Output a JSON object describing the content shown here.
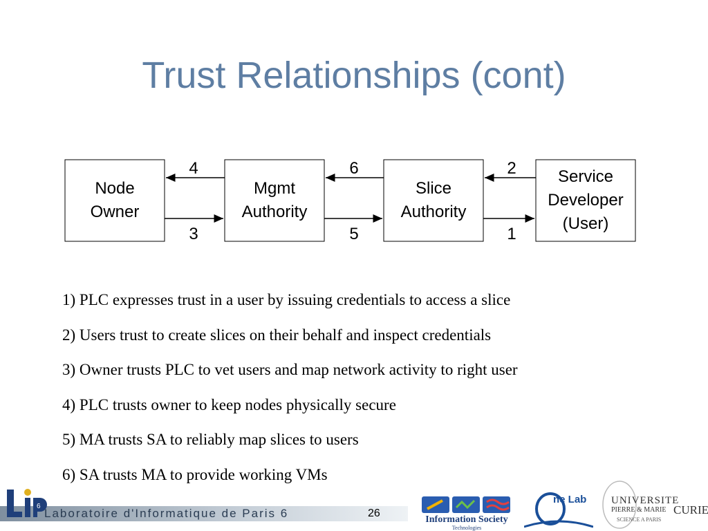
{
  "title": "Trust Relationships (cont)",
  "diagram": {
    "nodes": [
      {
        "label": "Node\nOwner"
      },
      {
        "label": "Mgmt\nAuthority"
      },
      {
        "label": "Slice\nAuthority"
      },
      {
        "label": "Service\nDeveloper\n(User)"
      }
    ],
    "edges": {
      "owner_mgmt_top": "4",
      "owner_mgmt_bottom": "3",
      "mgmt_slice_top": "6",
      "mgmt_slice_bottom": "5",
      "slice_user_top": "2",
      "slice_user_bottom": "1"
    }
  },
  "notes": [
    "1) PLC expresses trust in a user by issuing credentials to access a slice",
    "2) Users trust to create slices on their behalf and inspect credentials",
    "3) Owner trusts PLC to vet users and map network activity to right user",
    "4) PLC trusts owner to keep nodes physically secure",
    "5) MA trusts SA to reliably map slices to users",
    "6) SA trusts MA to provide working VMs"
  ],
  "footer": {
    "lab_name": "Laboratoire d'Informatique de Paris 6",
    "slide_number": "26",
    "lip_logo": "LiP6",
    "ist_logo": "Information Society",
    "ist_sub": "Technologies",
    "onelab_logo": "ne Lab",
    "upmc_line1": "UNIVERSITE",
    "upmc_line2": "PIERRE & MARIE",
    "upmc_line2b": "CURIE",
    "upmc_line3": "SCIENCE A PARIS"
  },
  "colors": {
    "title": "#5e7ea3",
    "footer_bar": "#a9b6c3"
  }
}
